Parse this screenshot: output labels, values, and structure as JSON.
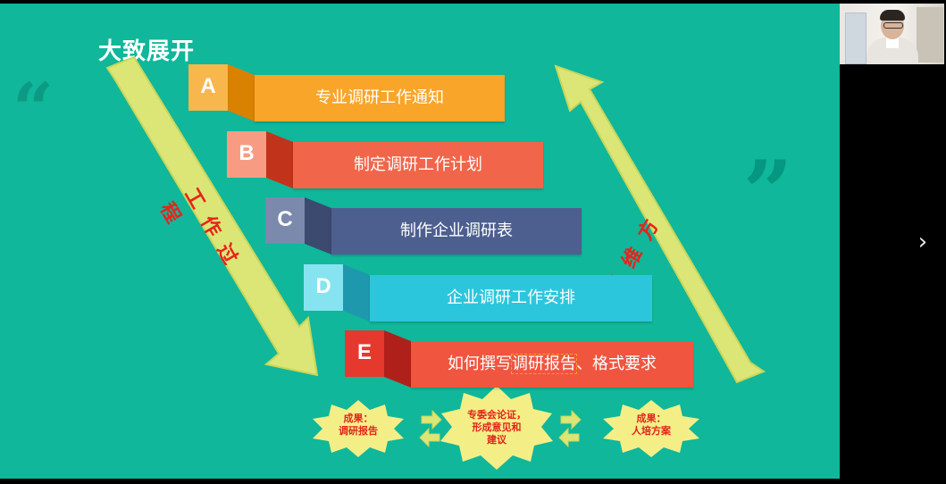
{
  "slide": {
    "title": "大致展开",
    "steps": [
      {
        "letter": "A",
        "text": "专业调研工作通知",
        "letter_color": "#f8b74c",
        "fold_color": "#d98100",
        "bar_color": "#f9a52a"
      },
      {
        "letter": "B",
        "text": "制定调研工作计划",
        "letter_color": "#f79c82",
        "fold_color": "#c2331b",
        "bar_color": "#f1654a"
      },
      {
        "letter": "C",
        "text": "制作企业调研表",
        "letter_color": "#7b89ad",
        "fold_color": "#3b4a6e",
        "bar_color": "#4d5f8f"
      },
      {
        "letter": "D",
        "text": "企业调研工作安排",
        "letter_color": "#86e4f1",
        "fold_color": "#1e98ad",
        "bar_color": "#2cc6dc"
      },
      {
        "letter": "E",
        "text_prefix": "如何撰写",
        "text_highlight": "调研报告",
        "text_suffix": "、格式要求",
        "letter_color": "#e5392e",
        "fold_color": "#b0201a",
        "bar_color": "#f0553f"
      }
    ],
    "left_arrow_label": "工作过程",
    "right_arrow_label": "思维方向",
    "outcomes": [
      {
        "line1": "成果：",
        "line2": "调研报告"
      },
      {
        "line1": "专委会论证，",
        "line2": "形成意见和",
        "line3": "建议"
      },
      {
        "line1": "成果：",
        "line2": "人培方案"
      }
    ],
    "colors": {
      "background": "#10b79a",
      "arrow_fill": "#dbe676",
      "arrow_stroke": "#c9d65a",
      "label_red": "#e8221b",
      "star_fill": "#f3ef86"
    }
  },
  "viewer": {
    "next_icon": "chevron-right-icon",
    "next_glyph": "›"
  }
}
